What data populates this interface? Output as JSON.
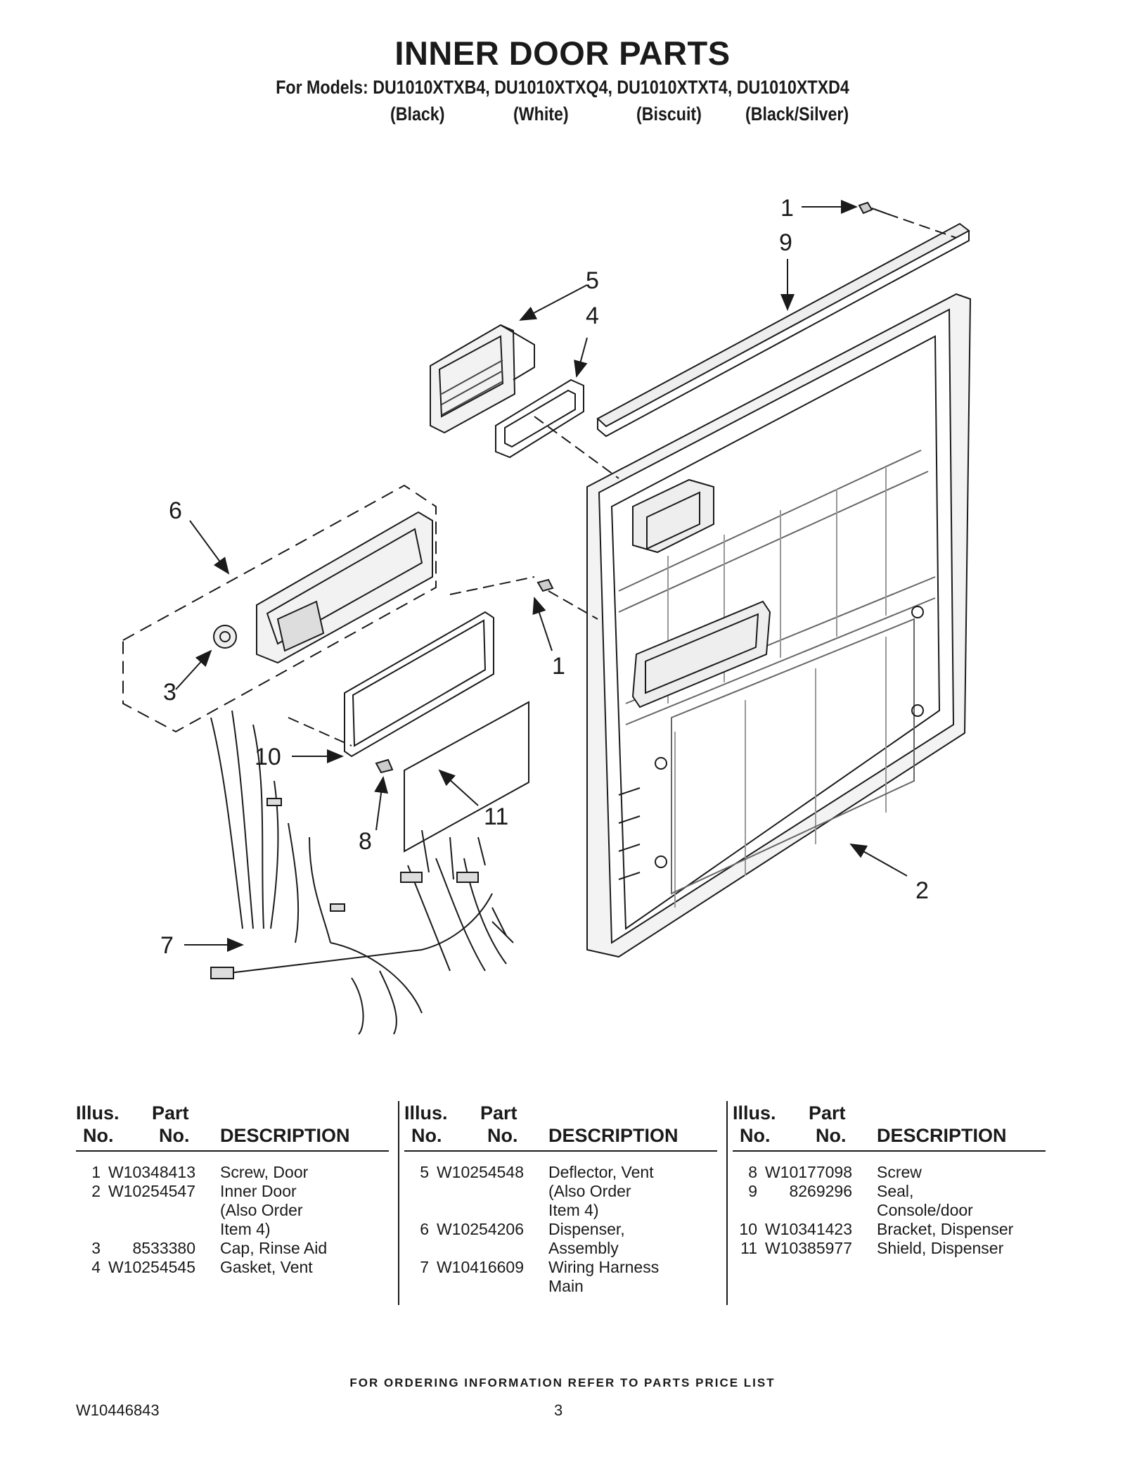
{
  "header": {
    "title": "INNER DOOR PARTS",
    "models_line": "For Models: DU1010XTXB4, DU1010XTXQ4, DU1010XTXT4, DU1010XTXD4",
    "variants": [
      "(Black)",
      "(White)",
      "(Biscuit)",
      "(Black/Silver)"
    ]
  },
  "diagram": {
    "callouts": [
      "1",
      "9",
      "5",
      "4",
      "6",
      "3",
      "1",
      "10",
      "8",
      "11",
      "7",
      "2"
    ]
  },
  "parts_table": {
    "header": {
      "illus_top": "Illus.",
      "illus_bottom": "No.",
      "part_top": "Part",
      "part_bottom": "No.",
      "description": "DESCRIPTION"
    },
    "columns": [
      [
        {
          "no": "1",
          "part": "W10348413",
          "desc": [
            "Screw, Door"
          ]
        },
        {
          "no": "2",
          "part": "W10254547",
          "desc": [
            "Inner Door",
            "(Also Order",
            "Item 4)"
          ]
        },
        {
          "no": "3",
          "part": "8533380",
          "desc": [
            "Cap, Rinse Aid"
          ]
        },
        {
          "no": "4",
          "part": "W10254545",
          "desc": [
            "Gasket, Vent"
          ]
        }
      ],
      [
        {
          "no": "5",
          "part": "W10254548",
          "desc": [
            "Deflector, Vent",
            "(Also Order",
            "Item 4)"
          ]
        },
        {
          "no": "6",
          "part": "W10254206",
          "desc": [
            "Dispenser,",
            "Assembly"
          ]
        },
        {
          "no": "7",
          "part": "W10416609",
          "desc": [
            "Wiring Harness",
            "Main"
          ]
        }
      ],
      [
        {
          "no": "8",
          "part": "W10177098",
          "desc": [
            "Screw"
          ]
        },
        {
          "no": "9",
          "part": "8269296",
          "desc": [
            "Seal,",
            "Console/door"
          ]
        },
        {
          "no": "10",
          "part": "W10341423",
          "desc": [
            "Bracket, Dispenser"
          ]
        },
        {
          "no": "11",
          "part": "W10385977",
          "desc": [
            "Shield, Dispenser"
          ]
        }
      ]
    ]
  },
  "footer": {
    "ordering_note": "FOR ORDERING INFORMATION REFER TO PARTS PRICE LIST",
    "document_number": "W10446843",
    "page_number": "3"
  }
}
